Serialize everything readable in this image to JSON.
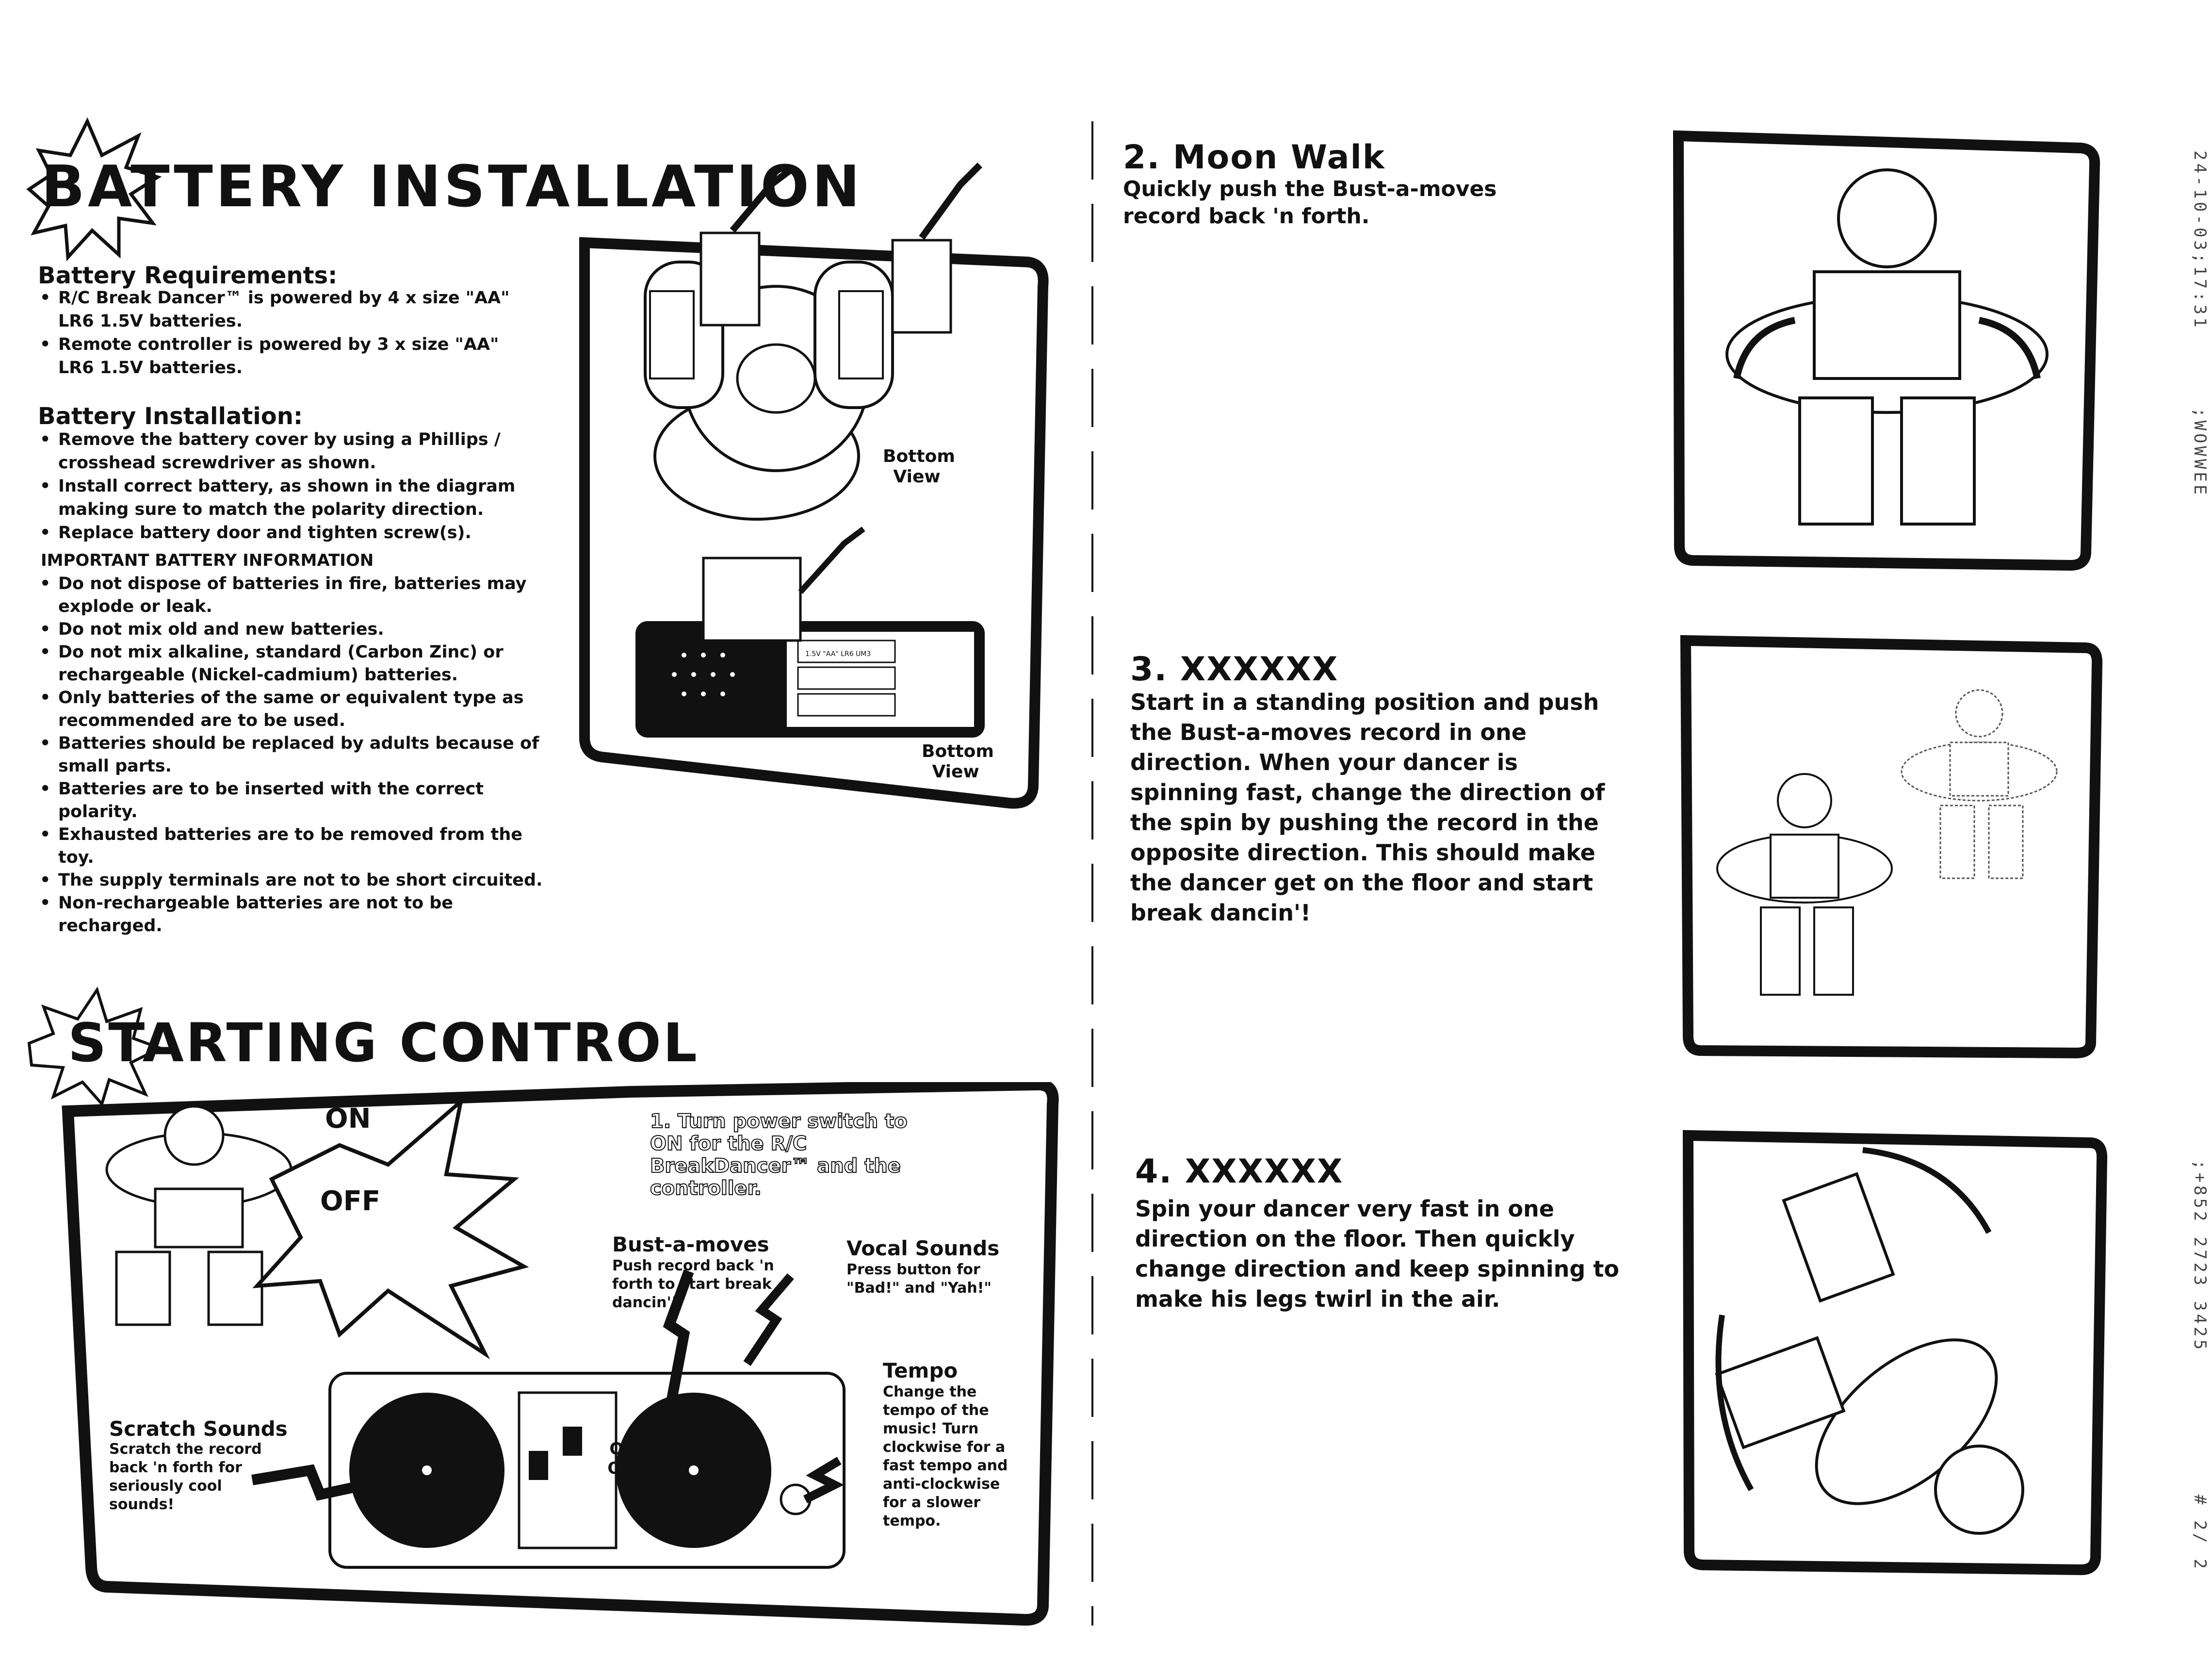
{
  "battery": {
    "title": "BATTERY INSTALLATION",
    "requirements_heading": "Battery Requirements:",
    "requirements": [
      "R/C Break Dancer™ is powered by 4 x size \"AA\" LR6 1.5V batteries.",
      "Remote controller is powered by 3 x size \"AA\" LR6 1.5V batteries."
    ],
    "installation_heading": "Battery Installation:",
    "installation": [
      "Remove the battery cover by using a Phillips / crosshead screwdriver as shown.",
      "Install correct battery, as shown in the diagram making sure to match the polarity direction.",
      "Replace battery door and tighten screw(s)."
    ],
    "important_heading": "IMPORTANT BATTERY INFORMATION",
    "important": [
      "Do not dispose of batteries in fire, batteries may explode or leak.",
      "Do not mix old and new batteries.",
      "Do not mix alkaline, standard (Carbon Zinc) or rechargeable (Nickel-cadmium) batteries.",
      "Only batteries of the same or equivalent type as recommended are to be used.",
      "Batteries should be replaced by adults because of small parts.",
      "Batteries are to be inserted with the correct polarity.",
      "Exhausted batteries are to be removed from the toy.",
      "The supply terminals are not to be short circuited.",
      "Non-rechargeable batteries are not to be recharged."
    ],
    "diagram_label_top": "Bottom View",
    "diagram_label_bottom": "Bottom View",
    "battery_label": "1.5V \"AA\" LR6 UM3"
  },
  "starting": {
    "title": "STARTING CONTROL",
    "on_label": "ON",
    "off_label": "OFF",
    "step1": "1. Turn power switch to ON for the R/C BreakDancer™ and the controller.",
    "bust_title": "Bust-a-moves",
    "bust_text": "Push record back 'n forth to start break dancin'!",
    "vocal_title": "Vocal Sounds",
    "vocal_text": "Press button for \"Bad!\" and \"Yah!\"",
    "tempo_title": "Tempo",
    "tempo_text": "Change the tempo of the music! Turn clockwise for a fast tempo and anti-clockwise for a slower tempo.",
    "scratch_title": "Scratch Sounds",
    "scratch_text": "Scratch the record back 'n forth for seriously cool sounds!",
    "switch_on": "ON",
    "switch_off": "OFF"
  },
  "steps": [
    {
      "title": "2.  Moon Walk",
      "body": "Quickly push the Bust-a-moves record back 'n forth."
    },
    {
      "title": "3.  XXXXXX",
      "body": "Start in a standing position and push the Bust-a-moves record in one direction. When your dancer is spinning fast, change the direction of the spin by pushing the record in the opposite direction. This should make the dancer get on the floor and start break dancin'!"
    },
    {
      "title": "4.  XXXXXX",
      "body": "Spin your dancer very fast in one direction on the floor. Then quickly change direction and keep spinning to make his legs twirl in the air."
    }
  ],
  "fax_header": {
    "timestamp": "24-10-03;17:31",
    "sender": ";WOWWEE",
    "phone": ";+852 2723 3425",
    "page": "# 2/ 2"
  }
}
